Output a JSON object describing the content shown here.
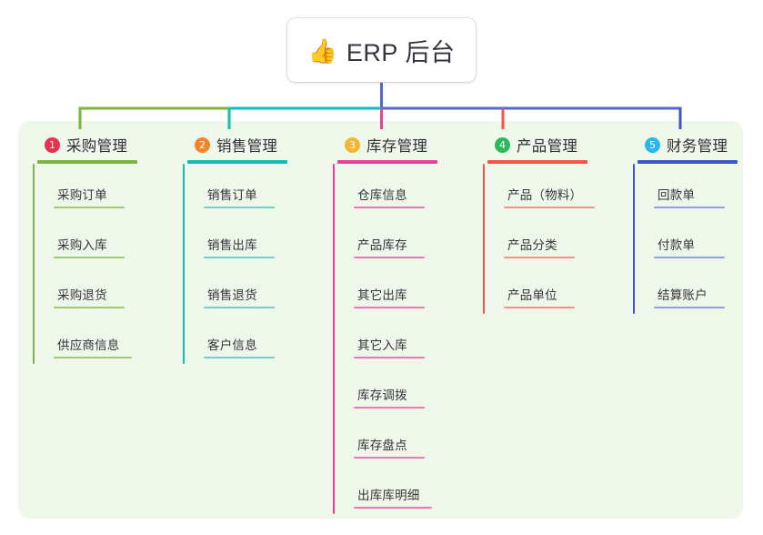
{
  "root": {
    "icon": "thumbs-up-emoji",
    "icon_glyph": "👍",
    "title": "ERP 后台"
  },
  "colors": {
    "board_background": "#eef7e9",
    "page_background": "#ffffff",
    "bus_green": "#7cb342",
    "bus_teal": "#14bdb0",
    "bus_blue": "#5566cc",
    "text": "#33353a"
  },
  "columns": [
    {
      "number": "1",
      "title": "采购管理",
      "badge_color": "#e8304f",
      "line_color": "#7cb342",
      "child_line_color": "#9ccb6b",
      "children": [
        "采购订单",
        "采购入库",
        "采购退货",
        "供应商信息"
      ]
    },
    {
      "number": "2",
      "title": "销售管理",
      "badge_color": "#f0862a",
      "line_color": "#14bdb0",
      "child_line_color": "#6ed1c8",
      "children": [
        "销售订单",
        "销售出库",
        "销售退货",
        "客户信息"
      ]
    },
    {
      "number": "3",
      "title": "库存管理",
      "badge_color": "#f2b632",
      "line_color": "#ea3f99",
      "child_line_color": "#ef76b5",
      "children": [
        "仓库信息",
        "产品库存",
        "其它出库",
        "其它入库",
        "库存调拨",
        "库存盘点",
        "出库库明细"
      ]
    },
    {
      "number": "4",
      "title": "产品管理",
      "badge_color": "#2eb85c",
      "line_color": "#f6544a",
      "child_line_color": "#f8908a",
      "children": [
        "产品（物料）",
        "产品分类",
        "产品单位"
      ]
    },
    {
      "number": "5",
      "title": "财务管理",
      "badge_color": "#29b6e8",
      "line_color": "#3f57c4",
      "child_line_color": "#8fa2df",
      "children": [
        "回款单",
        "付款单",
        "结算账户"
      ]
    }
  ]
}
